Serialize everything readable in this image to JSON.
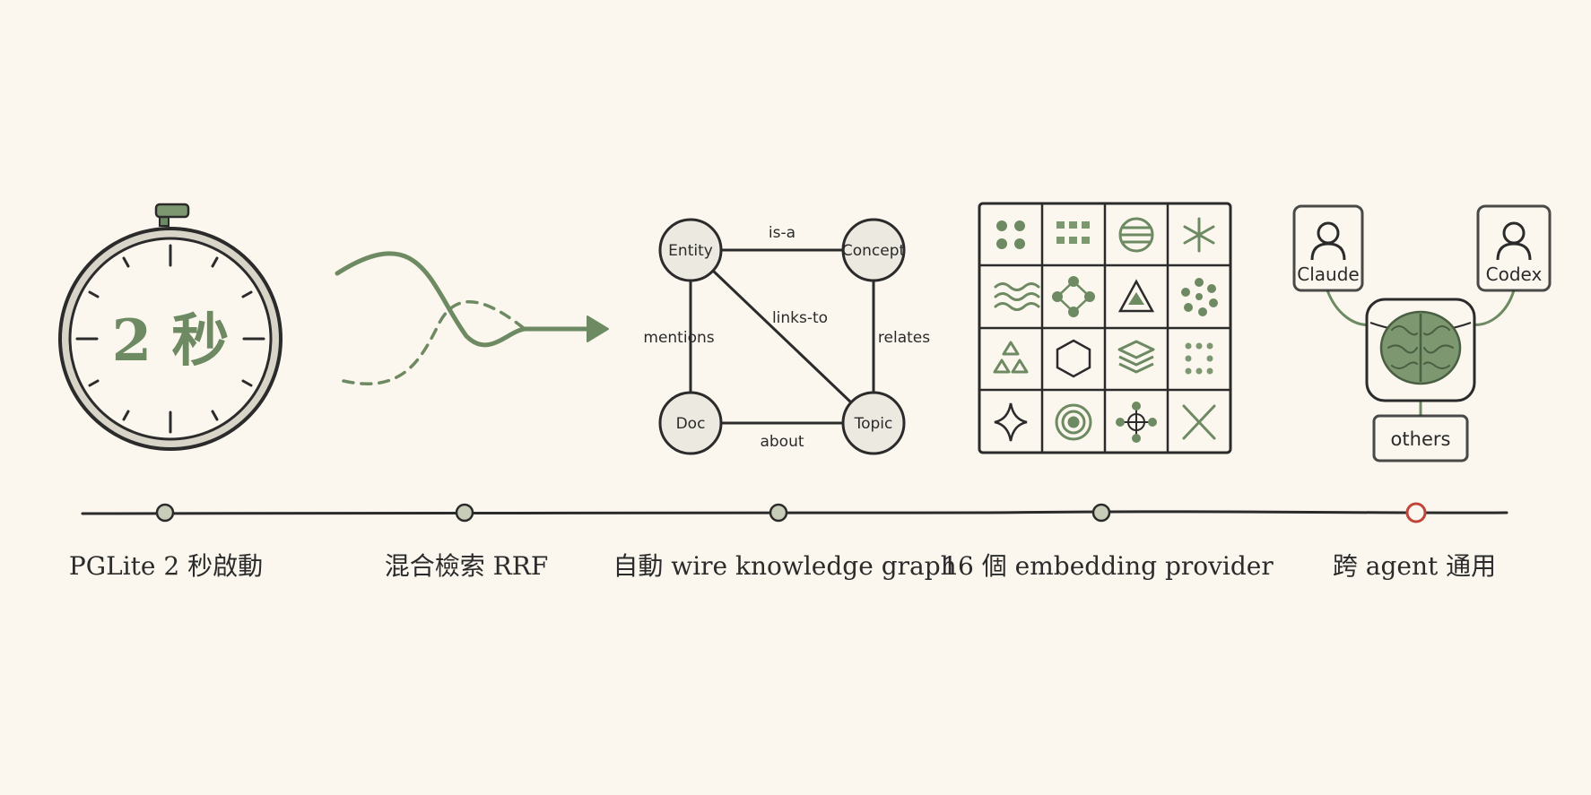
{
  "colors": {
    "background": "#fbf7ee",
    "ink": "#2b2b2b",
    "accent_green": "#6e8a62",
    "highlight_red": "#c0443a"
  },
  "stopwatch": {
    "label": "2 秒"
  },
  "graph": {
    "nodes": {
      "entity": "Entity",
      "concept": "Concept",
      "doc": "Doc",
      "topic": "Topic"
    },
    "edges": {
      "is_a": "is-a",
      "mentions": "mentions",
      "relates": "relates",
      "about": "about",
      "links_to": "links-to"
    }
  },
  "agents": {
    "left": "Claude",
    "right": "Codex",
    "bottom": "others"
  },
  "timeline": {
    "captions": [
      "PGLite 2 秒啟動",
      "混合檢索 RRF",
      "自動 wire knowledge graph",
      "16 個 embedding provider",
      "跨 agent 通用"
    ],
    "highlighted_index": 4
  }
}
